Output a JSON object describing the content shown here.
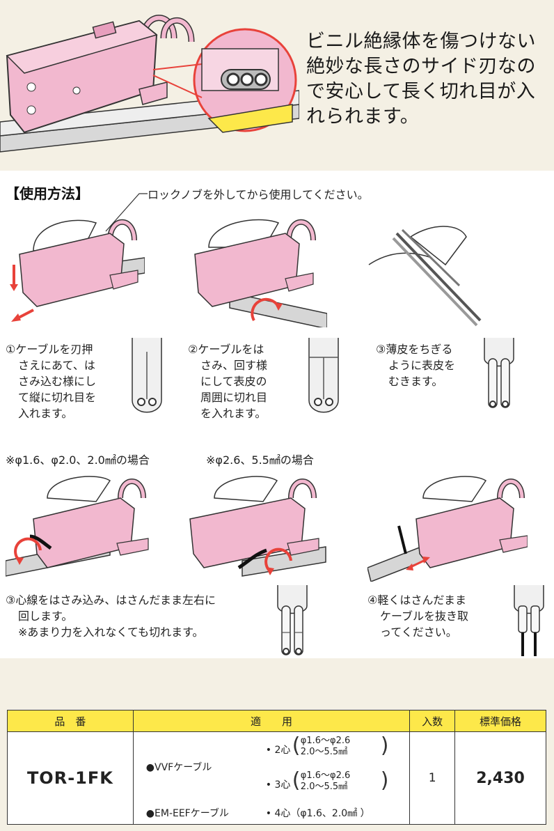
{
  "promo": {
    "lines": [
      "ビニル絶縁体を傷つけない",
      "絶妙な長さのサイド刃なの",
      "で安心して長く切れ目が入",
      "れられます。"
    ]
  },
  "usage": {
    "heading": "【使用方法】",
    "lock_note": "ロックノブを外してから使用してください。",
    "steps": [
      {
        "lines": [
          "①ケーブルを刃押",
          "さえにあて、は",
          "さみ込む様にし",
          "て縦に切れ目を",
          "入れます。"
        ]
      },
      {
        "lines": [
          "②ケーブルをは",
          "さみ、回す様",
          "にして表皮の",
          "周囲に切れ目",
          "を入れます。"
        ]
      },
      {
        "lines": [
          "③薄皮をちぎる",
          "ように表皮を",
          "むきます。"
        ]
      }
    ],
    "case_a": "※φ1.6、φ2.0、2.0㎟の場合",
    "case_b": "※φ2.6、5.5㎟の場合",
    "step3b": {
      "lines": [
        "③心線をはさみ込み、はさんだまま左右に",
        "回します。",
        "※あまり力を入れなくても切れます。"
      ]
    },
    "step4": {
      "lines": [
        "④軽くはさんだまま",
        "ケーブルを抜き取",
        "ってください。"
      ]
    }
  },
  "table": {
    "headers": {
      "model": "品　番",
      "usage": "適　　用",
      "qty": "入数",
      "price": "標準価格"
    },
    "model": "TOR-1FK",
    "vvf_label": "●VVFケーブル",
    "vvf_2": "• 2心",
    "vvf_2_a": "φ1.6〜φ2.6",
    "vvf_2_b": "2.0〜5.5㎟",
    "vvf_3": "• 3心",
    "vvf_3_a": "φ1.6〜φ2.6",
    "vvf_3_b": "2.0〜5.5㎟",
    "eef_label": "●EM-EEFケーブル",
    "eef_4": "• 4心（φ1.6、2.0㎟ ）",
    "qty": "1",
    "price": "2,430"
  },
  "colors": {
    "tool_pink": "#f2b8cf",
    "accent_yellow": "#fde84a",
    "arrow_red": "#e8423a"
  }
}
